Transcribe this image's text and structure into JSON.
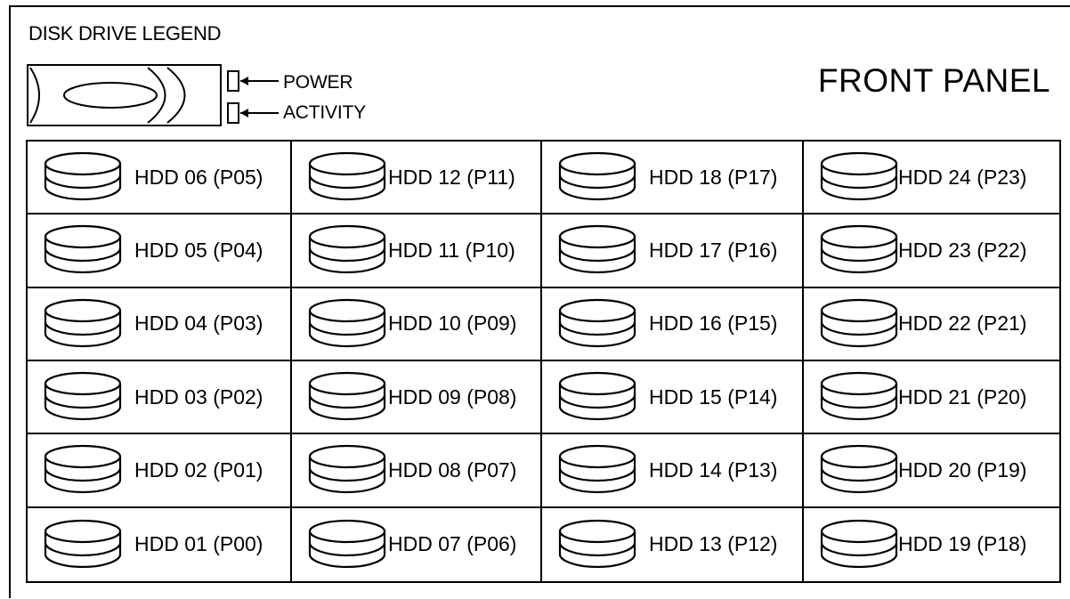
{
  "legend": {
    "title": "DISK DRIVE LEGEND",
    "power_label": "POWER",
    "activity_label": "ACTIVITY"
  },
  "panel_title": "FRONT PANEL",
  "columns": [
    [
      "HDD 06 (P05)",
      "HDD 05 (P04)",
      "HDD 04 (P03)",
      "HDD 03 (P02)",
      "HDD 02 (P01)",
      "HDD 01 (P00)"
    ],
    [
      "HDD 12 (P11)",
      "HDD 11 (P10)",
      "HDD 10 (P09)",
      "HDD 09 (P08)",
      "HDD 08 (P07)",
      "HDD 07 (P06)"
    ],
    [
      "HDD 18 (P17)",
      "HDD 17 (P16)",
      "HDD 16 (P15)",
      "HDD 15 (P14)",
      "HDD 14 (P13)",
      "HDD 13 (P12)"
    ],
    [
      "HDD 24 (P23)",
      "HDD 23 (P22)",
      "HDD 22 (P21)",
      "HDD 21 (P20)",
      "HDD 20 (P19)",
      "HDD 19 (P18)"
    ]
  ]
}
